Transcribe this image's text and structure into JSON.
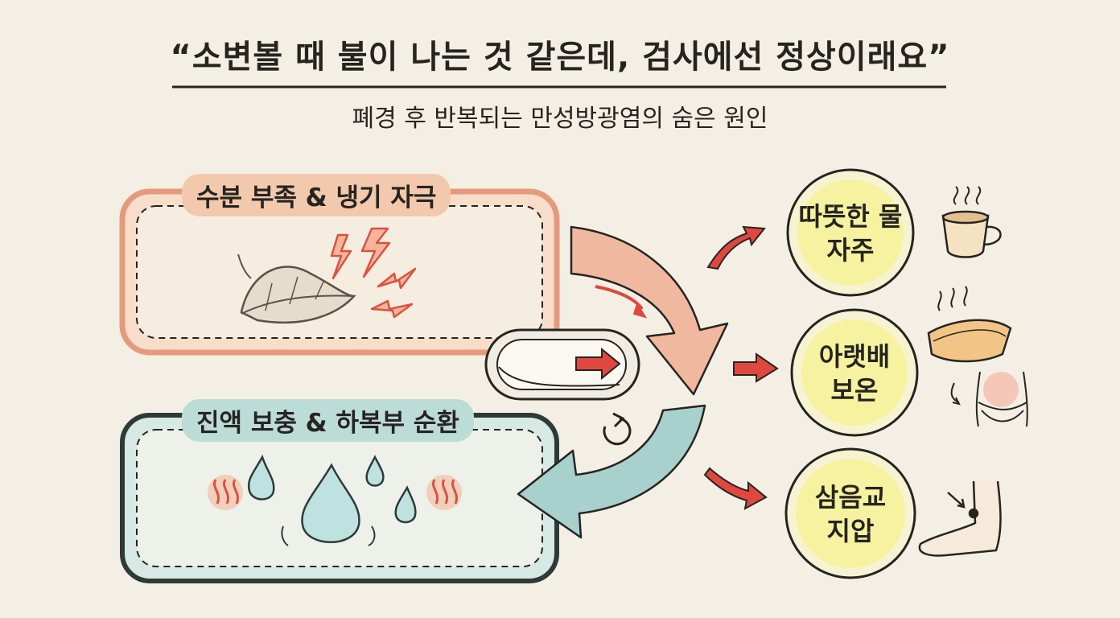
{
  "title": "“소변볼 때 불이 나는 것 같은데, 검사에선 정상이래요”",
  "subtitle": "폐경 후 반복되는 만성방광염의 숨은 원인",
  "panels": {
    "dryness": "수분 부족 & 냉기 자극",
    "nourish": "진액 보충 & 하복부 순환"
  },
  "remedies": [
    {
      "line1": "따뜻한 물",
      "line2": "자주",
      "icon": "tea-cup-icon"
    },
    {
      "line1": "아랫배",
      "line2": "보온",
      "icon": "warm-towel-icon"
    },
    {
      "line1": "삼음교",
      "line2": "지압",
      "icon": "ankle-acupoint-icon"
    }
  ],
  "colors": {
    "background": "#f4efe4",
    "dry_fill": "#f2c9ad",
    "dry_stroke": "#e69a7d",
    "fluid_fill": "#bcdcd8",
    "fluid_stroke": "#7fb6b3",
    "accent_red": "#e0483f",
    "circle_fill": "#f7f3a0",
    "ink": "#262421"
  }
}
